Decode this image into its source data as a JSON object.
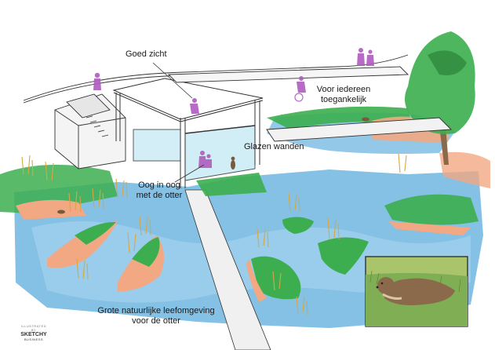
{
  "labels": {
    "goed_zicht": "Goed zicht",
    "voor_iedereen_line1": "Voor iedereen",
    "voor_iedereen_line2": "toegankelijk",
    "glazen_wanden": "Glazen wanden",
    "oog_line1": "Oog in oog",
    "oog_line2": "met de otter",
    "grote_line1": "Grote natuurlijke leefomgeving",
    "grote_line2": "voor de otter"
  },
  "logo": {
    "line1": "ILLUSTRATED BY",
    "line2": "SKETCHY",
    "line3": "BUSINESS"
  },
  "colors": {
    "water": "#6fb6e0",
    "water_light": "#a9d6ef",
    "grass": "#3cae4f",
    "grass_dark": "#2e8a3e",
    "sand": "#f2a882",
    "reed": "#d9a640",
    "people": "#b05cc0",
    "glass": "#c9eaf4",
    "wall": "#f4f4f4",
    "ink": "#333333"
  }
}
